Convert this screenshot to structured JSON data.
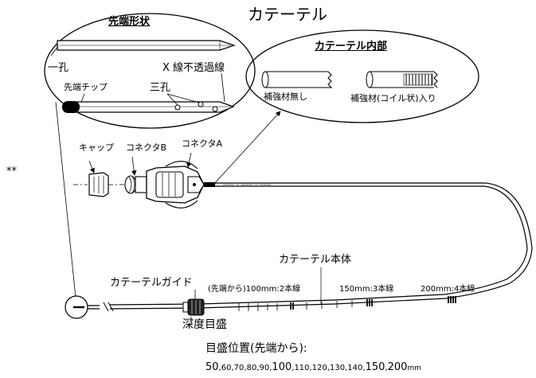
{
  "title": "カテーテル",
  "tip_panel": {
    "title": "先端形状",
    "one_hole": "一孔",
    "xray_line": "X 線不透過線",
    "tip_chip": "先端チップ",
    "three_holes": "三孔"
  },
  "inner_panel": {
    "title": "カテーテル内部",
    "no_reinforcement": "補強材無し",
    "with_reinforcement": "補強材(コイル状)入り"
  },
  "stars": "**",
  "parts": {
    "cap": "キャップ",
    "connector_b": "コネクタB",
    "connector_a": "コネクタA",
    "catheter_body": "カテーテル本体",
    "catheter_guide": "カテーテルガイド"
  },
  "markings": {
    "m100": "(先端から)100mm:2本線",
    "m150": "150mm:3本線",
    "m200": "200mm:4本線"
  },
  "depth_scale": {
    "label": "深度目盛",
    "positions_title": "目盛位置(先端から):",
    "values": [
      "50",
      "60",
      "70",
      "80",
      "90",
      "100",
      "110",
      "120",
      "130",
      "140",
      "150",
      "200"
    ],
    "emphasized": [
      "50",
      "100",
      "150",
      "200"
    ],
    "unit": "mm"
  }
}
